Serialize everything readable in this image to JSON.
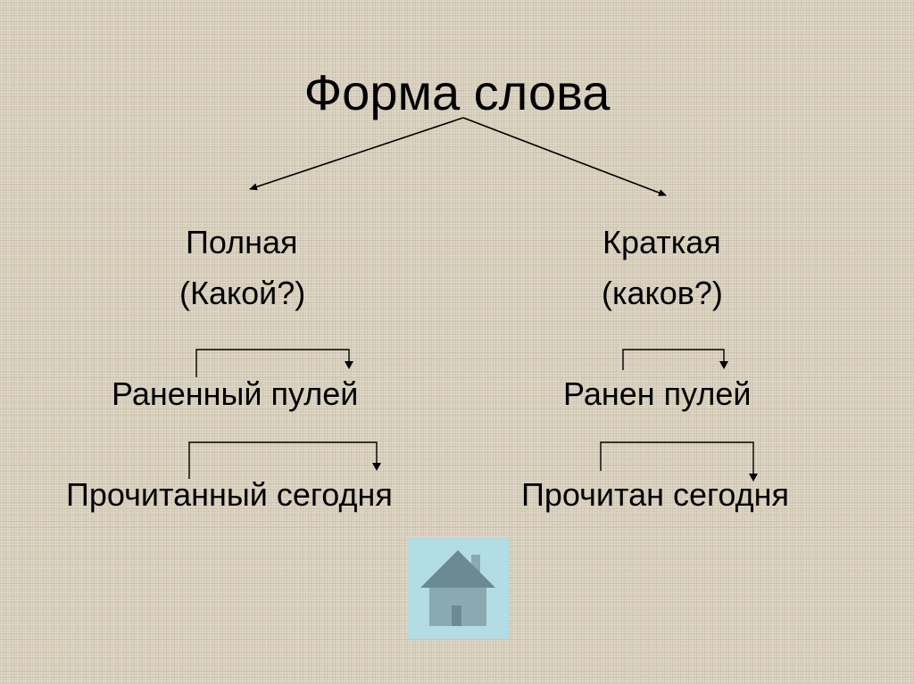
{
  "slide": {
    "title": "Форма слова",
    "branches": [
      {
        "label": "Полная",
        "question": "(Какой?)",
        "examples": [
          "Раненный пулей",
          "Прочитанный сегодня"
        ]
      },
      {
        "label": "Краткая",
        "question": "(каков?)",
        "examples": [
          "Ранен пулей",
          "Прочитан сегодня"
        ]
      }
    ]
  },
  "navigation": {
    "home_button": {
      "icon": "home-icon",
      "background_color": "#b3dde4",
      "roof_color": "#6b8a93",
      "wall_color": "#8aa9b0",
      "door_color": "#6b8a93"
    }
  },
  "colors": {
    "background": "#d8cfbc",
    "text": "#000000",
    "lines": "#000000"
  }
}
